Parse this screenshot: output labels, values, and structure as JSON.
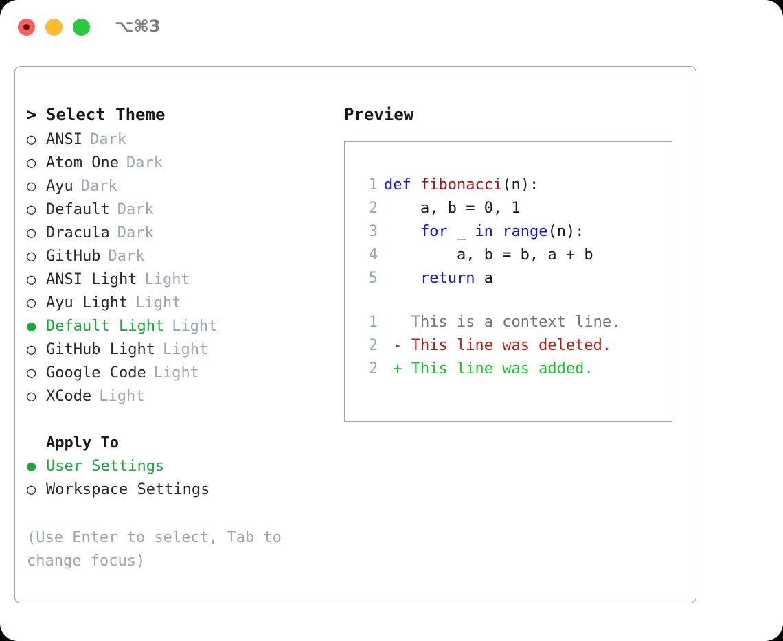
{
  "titlebar": {
    "shortcut": "⌥⌘3",
    "buttons": {
      "close": "close",
      "minimize": "minimize",
      "maximize": "maximize"
    }
  },
  "theme_picker": {
    "caret": ">",
    "heading": "Select Theme",
    "bullet_selected": "●",
    "bullet_unselected": "○",
    "selected_color": "#16ab39",
    "category_color": "#9aa5b5",
    "items": [
      {
        "label": "ANSI",
        "category": "Dark",
        "selected": false
      },
      {
        "label": "Atom One",
        "category": "Dark",
        "selected": false
      },
      {
        "label": "Ayu",
        "category": "Dark",
        "selected": false
      },
      {
        "label": "Default",
        "category": "Dark",
        "selected": false
      },
      {
        "label": "Dracula",
        "category": "Dark",
        "selected": false
      },
      {
        "label": "GitHub",
        "category": "Dark",
        "selected": false
      },
      {
        "label": "ANSI Light",
        "category": "Light",
        "selected": false
      },
      {
        "label": "Ayu Light",
        "category": "Light",
        "selected": false
      },
      {
        "label": "Default Light",
        "category": "Light",
        "selected": true
      },
      {
        "label": "GitHub Light",
        "category": "Light",
        "selected": false
      },
      {
        "label": "Google Code",
        "category": "Light",
        "selected": false
      },
      {
        "label": "XCode",
        "category": "Light",
        "selected": false
      }
    ]
  },
  "apply_to": {
    "heading": "Apply To",
    "options": [
      {
        "label": "User Settings",
        "selected": true
      },
      {
        "label": "Workspace Settings",
        "selected": false
      }
    ]
  },
  "hint": "(Use Enter to select, Tab to change focus)",
  "preview": {
    "title": "Preview",
    "code_lines": [
      {
        "number": "1",
        "tokens": [
          {
            "text": "def ",
            "kind": "keyword"
          },
          {
            "text": "fibonacci",
            "kind": "function"
          },
          {
            "text": "(n):",
            "kind": "plain"
          }
        ]
      },
      {
        "number": "2",
        "tokens": [
          {
            "text": "    a, b = 0, 1",
            "kind": "plain"
          }
        ]
      },
      {
        "number": "3",
        "tokens": [
          {
            "text": "    ",
            "kind": "plain"
          },
          {
            "text": "for",
            "kind": "keyword"
          },
          {
            "text": " _ ",
            "kind": "plain"
          },
          {
            "text": "in",
            "kind": "keyword"
          },
          {
            "text": " ",
            "kind": "plain"
          },
          {
            "text": "range",
            "kind": "keyword"
          },
          {
            "text": "(n):",
            "kind": "plain"
          }
        ]
      },
      {
        "number": "4",
        "tokens": [
          {
            "text": "        a, b = b, a + b",
            "kind": "plain"
          }
        ]
      },
      {
        "number": "5",
        "tokens": [
          {
            "text": "    ",
            "kind": "plain"
          },
          {
            "text": "return",
            "kind": "keyword"
          },
          {
            "text": " a",
            "kind": "plain"
          }
        ]
      }
    ],
    "diff_lines": [
      {
        "number": "1",
        "marker": " ",
        "text": "This is a context line.",
        "kind": "context"
      },
      {
        "number": "2",
        "marker": "-",
        "text": "This line was deleted.",
        "kind": "deleted"
      },
      {
        "number": "2",
        "marker": "+",
        "text": "This line was added.",
        "kind": "added"
      }
    ],
    "colors": {
      "keyword": "#1414e6",
      "function": "#a01313",
      "plain": "#15191e",
      "lineno": "#9aa5b5",
      "context": "#6f7780",
      "deleted": "#c21b17",
      "added": "#16c32e"
    }
  }
}
